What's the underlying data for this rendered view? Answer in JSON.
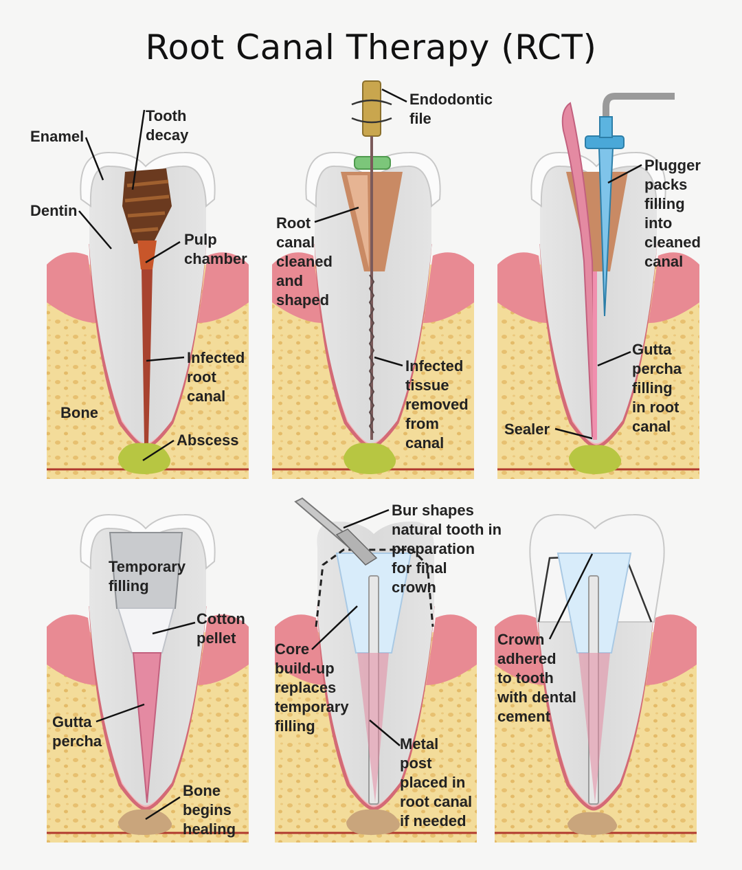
{
  "title": "Root Canal Therapy (RCT)",
  "panels": [
    {
      "labels": [
        {
          "lines": [
            "Tooth",
            "decay"
          ]
        },
        {
          "lines": [
            "Enamel"
          ]
        },
        {
          "lines": [
            "Dentin"
          ]
        },
        {
          "lines": [
            "Pulp",
            "chamber"
          ]
        },
        {
          "lines": [
            "Infected",
            "root",
            "canal"
          ]
        },
        {
          "lines": [
            "Bone"
          ]
        },
        {
          "lines": [
            "Abscess"
          ]
        }
      ]
    },
    {
      "labels": [
        {
          "lines": [
            "Endodontic",
            "file"
          ]
        },
        {
          "lines": [
            "Root",
            "canal",
            "cleaned",
            "and",
            "shaped"
          ]
        },
        {
          "lines": [
            "Infected",
            "tissue",
            "removed",
            "from",
            "canal"
          ]
        }
      ]
    },
    {
      "labels": [
        {
          "lines": [
            "Plugger",
            "packs",
            "filling",
            "into",
            "cleaned",
            "canal"
          ]
        },
        {
          "lines": [
            "Gutta",
            "percha",
            "filling",
            "in root",
            "canal"
          ]
        },
        {
          "lines": [
            "Sealer"
          ]
        }
      ]
    },
    {
      "labels": [
        {
          "lines": [
            "Temporary",
            "filling"
          ]
        },
        {
          "lines": [
            "Cotton",
            "pellet"
          ]
        },
        {
          "lines": [
            "Gutta",
            "percha"
          ]
        },
        {
          "lines": [
            "Bone",
            "begins",
            "healing"
          ]
        }
      ]
    },
    {
      "labels": [
        {
          "lines": [
            "Bur shapes",
            "natural tooth in",
            "preparation",
            "for final",
            "crown"
          ]
        },
        {
          "lines": [
            "Core",
            "build-up",
            "replaces",
            "temporary",
            "filling"
          ]
        },
        {
          "lines": [
            "Metal",
            "post",
            "placed in",
            "root canal",
            "if needed"
          ]
        }
      ]
    },
    {
      "labels": [
        {
          "lines": [
            "Crown",
            "adhered",
            "to tooth",
            "with dental",
            "cement"
          ]
        }
      ]
    }
  ]
}
